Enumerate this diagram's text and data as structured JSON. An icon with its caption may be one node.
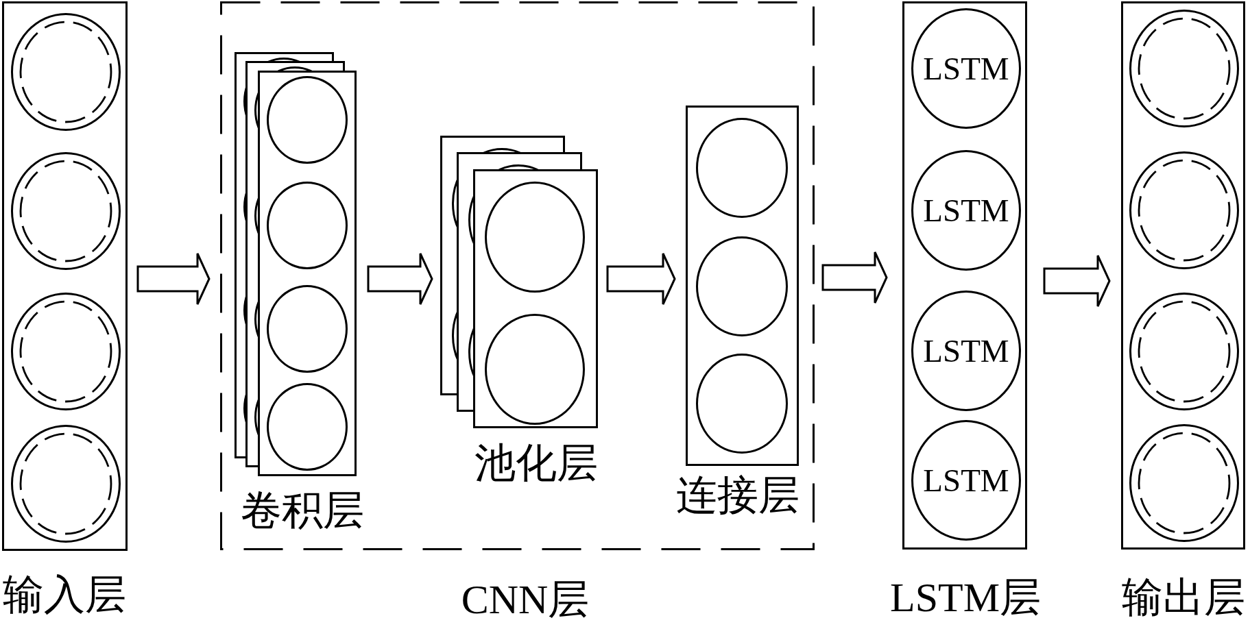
{
  "diagram": {
    "nodes": [
      {
        "text": [
          "输入层"
        ]
      },
      {
        "text": [],
        "shape": "circle",
        "in": 0
      },
      {
        "text": [],
        "shape": "circle",
        "in": 0
      },
      {
        "text": [],
        "shape": "circle",
        "in": 0
      },
      {
        "text": [],
        "shape": "circle",
        "in": 0
      },
      {
        "text": [
          "CNN层"
        ]
      },
      {
        "text": [
          "卷积层"
        ],
        "in": 5
      },
      {
        "text": [],
        "shape": "circle",
        "in": 6
      },
      {
        "text": [],
        "shape": "circle",
        "in": 6
      },
      {
        "text": [],
        "shape": "circle",
        "in": 6
      },
      {
        "text": [],
        "shape": "circle",
        "in": 6
      },
      {
        "text": [
          "池化层"
        ],
        "in": 5
      },
      {
        "text": [],
        "shape": "circle",
        "in": 11
      },
      {
        "text": [],
        "shape": "circle",
        "in": 11
      },
      {
        "text": [
          "连接层"
        ],
        "in": 5
      },
      {
        "text": [],
        "shape": "circle",
        "in": 14
      },
      {
        "text": [],
        "shape": "circle",
        "in": 14
      },
      {
        "text": [],
        "shape": "circle",
        "in": 14
      },
      {
        "text": [
          "LSTM层"
        ]
      },
      {
        "text": [
          "LSTM"
        ],
        "in": 18
      },
      {
        "text": [
          "LSTM"
        ],
        "in": 18
      },
      {
        "text": [
          "LSTM"
        ],
        "in": 18
      },
      {
        "text": [
          "LSTM"
        ],
        "in": 18
      },
      {
        "text": [
          "输出层"
        ]
      },
      {
        "text": [],
        "shape": "circle",
        "in": 23
      },
      {
        "text": [],
        "shape": "circle",
        "in": 23
      },
      {
        "text": [],
        "shape": "circle",
        "in": 23
      },
      {
        "text": [],
        "shape": "circle",
        "in": 23
      }
    ],
    "edges": [
      {
        "from": 0,
        "to": 5,
        "arrow": "to"
      },
      {
        "from": 6,
        "to": 11,
        "arrow": "to"
      },
      {
        "from": 11,
        "to": 14,
        "arrow": "to"
      },
      {
        "from": 5,
        "to": 18,
        "arrow": "to"
      },
      {
        "from": 18,
        "to": 23,
        "arrow": "to"
      }
    ]
  }
}
